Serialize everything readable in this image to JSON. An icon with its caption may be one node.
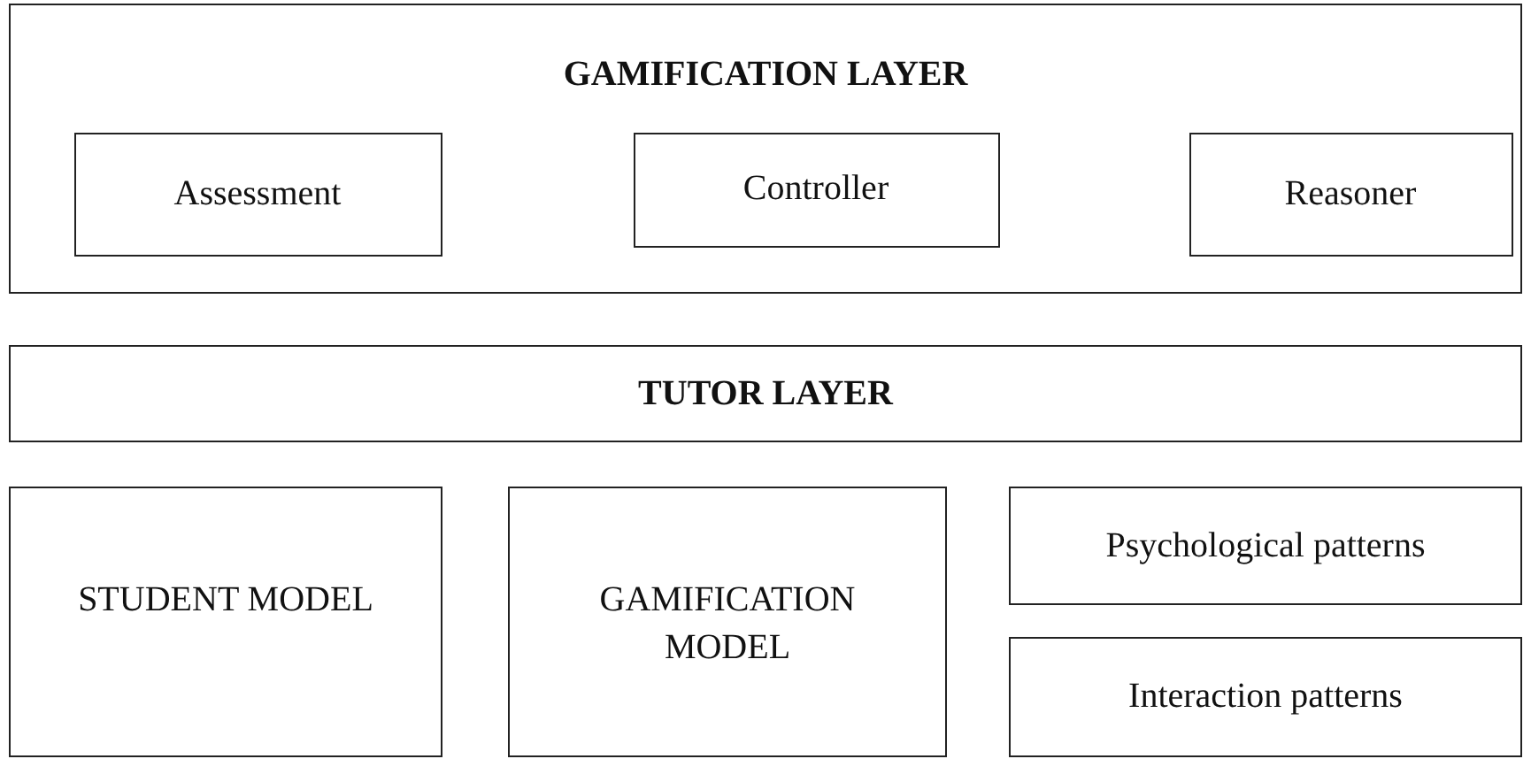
{
  "diagram": {
    "nodes": [
      {
        "text": [
          "GAMIFICATION LAYER"
        ]
      },
      {
        "text": [
          "Assessment"
        ],
        "in": 0
      },
      {
        "text": [
          "Controller"
        ],
        "in": 0
      },
      {
        "text": [
          "Reasoner"
        ],
        "in": 0
      },
      {
        "text": [
          "TUTOR LAYER"
        ]
      },
      {
        "text": [
          "STUDENT MODEL"
        ]
      },
      {
        "text": [
          "GAMIFICATION MODEL"
        ]
      },
      {
        "text": [
          "Psychological patterns"
        ]
      },
      {
        "text": [
          "Interaction patterns"
        ]
      }
    ]
  }
}
